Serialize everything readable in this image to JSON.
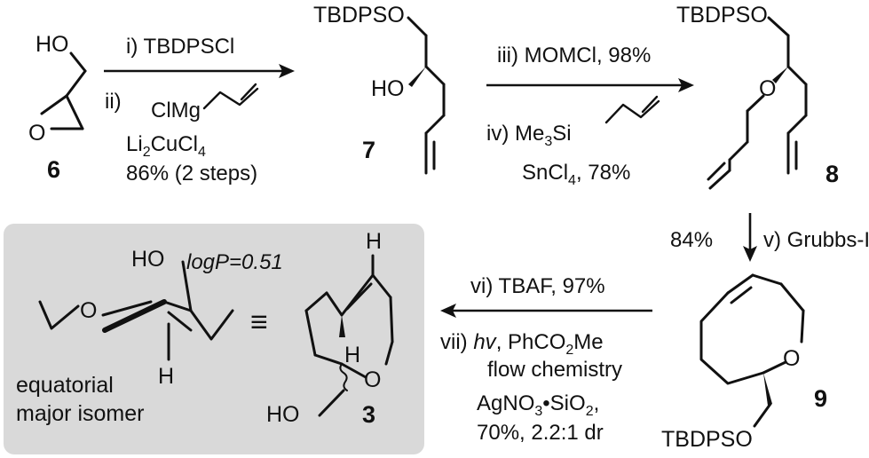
{
  "compounds": {
    "c6": "6",
    "c7": "7",
    "c8": "8",
    "c9": "9",
    "c3": "3"
  },
  "labels": {
    "ho_6": "HO",
    "o_6": "O",
    "tbdpso_7": "TBDPSO",
    "ho_7": "HO",
    "tbdpso_8": "TBDPSO",
    "o_8": "O",
    "o_9": "O",
    "tbdpso_9": "TBDPSO",
    "h_3_top": "H",
    "h_3_mid": "H",
    "o_3": "O",
    "ho_3": "HO",
    "ho_conf": "HO",
    "o_conf": "O",
    "h_conf": "H"
  },
  "step1": {
    "i": "i) TBDPSCl",
    "ii_prefix": "ii)",
    "clmg": "ClMg",
    "li2cucl4_a": "Li",
    "li2cucl4_sub": "2",
    "li2cucl4_b": "CuCl",
    "li2cucl4_sub2": "4",
    "yield": "86% (2 steps)"
  },
  "step2": {
    "iii": "iii) MOMCl, 98%",
    "iv_prefix": "iv) Me",
    "iv_sub": "3",
    "iv_si": "Si",
    "sncl_a": "SnCl",
    "sncl_sub": "4",
    "sncl_b": ", 78%"
  },
  "step3": {
    "yield": "84%",
    "reagent": "v) Grubbs-I"
  },
  "step4": {
    "vi": "vi) TBAF, 97%",
    "vii_prefix": "vii) ",
    "hv": "hv",
    "vii_rest": ", PhCO",
    "vii_sub": "2",
    "vii_end": "Me",
    "flow": "flow chemistry",
    "ag_a": "AgNO",
    "ag_sub": "3",
    "ag_b": "•SiO",
    "ag_sub2": "2",
    "ag_c": ",",
    "yield": "70%, 2.2:1 dr"
  },
  "box": {
    "logp": "logP=0.51",
    "equiv": "≡",
    "caption1": "equatorial",
    "caption2": "major isomer"
  },
  "colors": {
    "box_fill": "#d9d9d9",
    "ink": "#111111"
  }
}
